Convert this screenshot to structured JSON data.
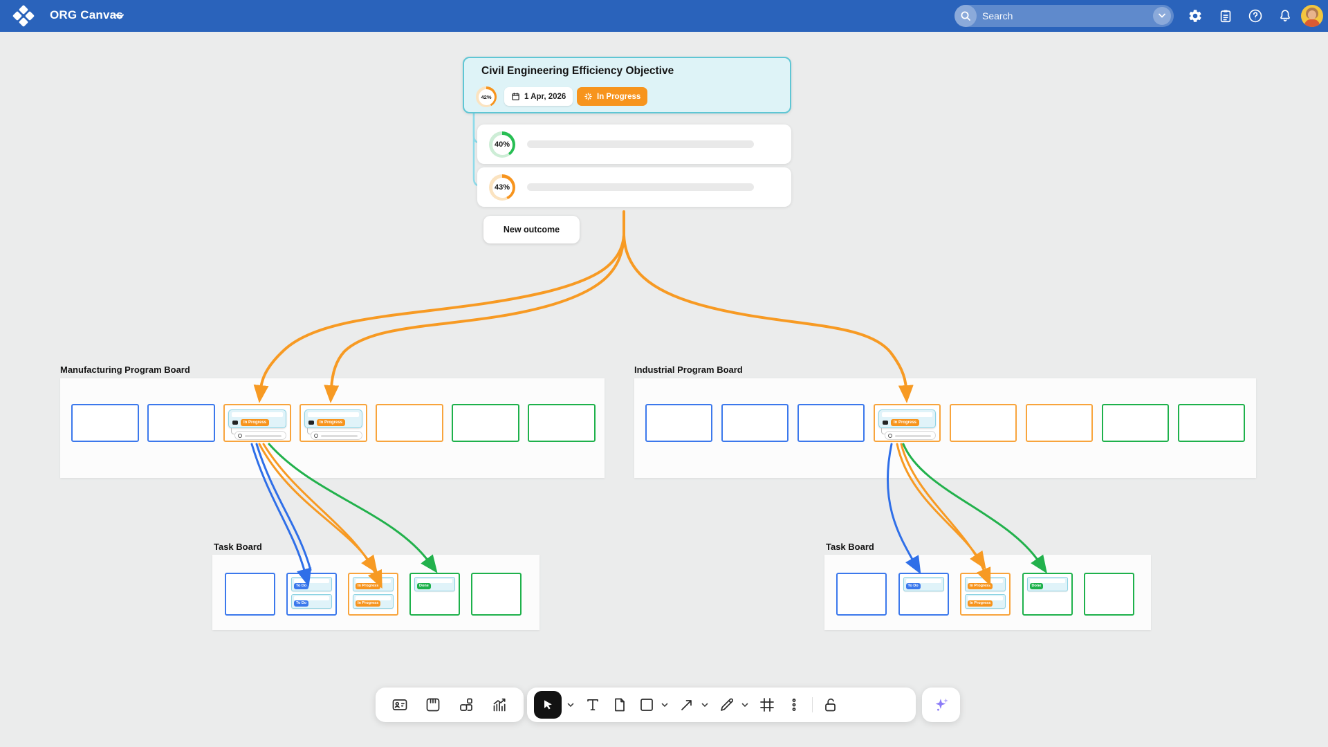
{
  "topbar": {
    "app_title": "ORG Canvas",
    "search_placeholder": "Search",
    "icons": [
      "settings",
      "notes",
      "help",
      "notifications"
    ],
    "avatar": "user-avatar"
  },
  "objective": {
    "title": "Civil Engineering Efficiency Objective",
    "progress": "42%",
    "due_date": "1 Apr, 2026",
    "status": "In Progress"
  },
  "outcomes": {
    "items": [
      {
        "progress": "40%"
      },
      {
        "progress": "43%"
      }
    ],
    "new_outcome_label": "New outcome"
  },
  "badges": {
    "todo": "To Do",
    "in_progress": "In Progress",
    "done": "Done"
  },
  "boards": {
    "manufacturing": {
      "label": "Manufacturing Program Board",
      "cards": [
        {
          "color": "blue"
        },
        {
          "color": "blue"
        },
        {
          "color": "orange",
          "mini": true
        },
        {
          "color": "orange",
          "mini": true
        },
        {
          "color": "orange"
        },
        {
          "color": "green"
        },
        {
          "color": "green"
        }
      ]
    },
    "industrial": {
      "label": "Industrial Program Board",
      "cards": [
        {
          "color": "blue"
        },
        {
          "color": "blue"
        },
        {
          "color": "blue"
        },
        {
          "color": "orange",
          "mini": true
        },
        {
          "color": "orange"
        },
        {
          "color": "orange"
        },
        {
          "color": "green"
        },
        {
          "color": "green"
        }
      ]
    },
    "task_left": {
      "label": "Task Board",
      "cards": [
        {
          "color": "blue"
        },
        {
          "color": "blue",
          "tasks": [
            "todo",
            "todo"
          ]
        },
        {
          "color": "orange",
          "tasks": [
            "in_progress",
            "in_progress"
          ]
        },
        {
          "color": "green",
          "tasks": [
            "done"
          ]
        },
        {
          "color": "green"
        }
      ]
    },
    "task_right": {
      "label": "Task Board",
      "cards": [
        {
          "color": "blue"
        },
        {
          "color": "blue",
          "tasks": [
            "todo"
          ]
        },
        {
          "color": "orange",
          "tasks": [
            "in_progress",
            "in_progress"
          ]
        },
        {
          "color": "green",
          "tasks": [
            "done"
          ]
        },
        {
          "color": "green"
        }
      ]
    }
  },
  "toolbar": {
    "left_icons": [
      "contact-card",
      "kanban-board",
      "layout-blocks",
      "analytics-chart"
    ],
    "main_icons": [
      "select-cursor",
      "text",
      "page",
      "shape",
      "connector-arrow",
      "pen",
      "frame",
      "more-options",
      "lock-open"
    ],
    "ai_button_icon": "ai-sparkle"
  },
  "colors": {
    "topbar_blue": "#2A63BB",
    "accent_orange": "#F7941D",
    "accent_blue": "#2F6FE8",
    "accent_green": "#22B14C",
    "objective_border_teal": "#5FC6D4",
    "objective_bg": "#DEF3F7",
    "canvas_bg": "#EBECEC"
  }
}
